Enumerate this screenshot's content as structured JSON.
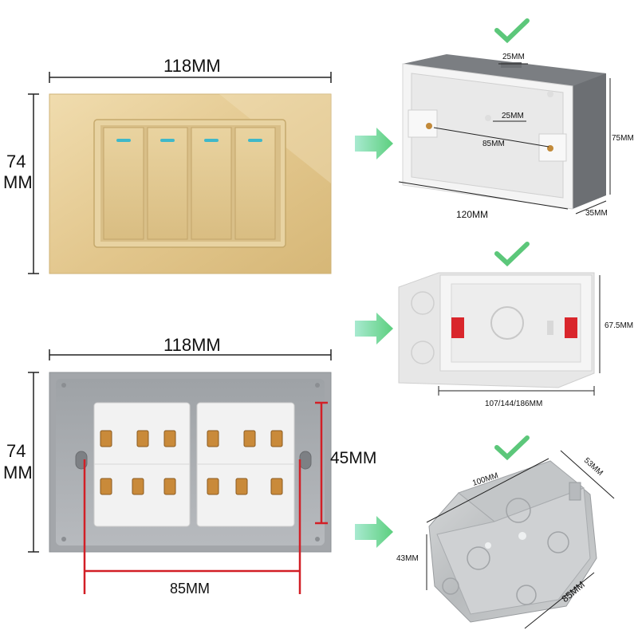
{
  "top_plate": {
    "width_label": "118MM",
    "height_label_line1": "74",
    "height_label_line2": "MM"
  },
  "bottom_plate": {
    "width_label": "118MM",
    "height_label_line1": "74",
    "height_label_line2": "MM",
    "inner_height_label": "45MM",
    "inner_width_label": "85MM"
  },
  "box1": {
    "top_slot": "25MM",
    "inner_slot": "25MM",
    "inner_span": "85MM",
    "height": "75MM",
    "length": "120MM",
    "depth": "35MM"
  },
  "box2": {
    "height": "67.5MM",
    "length": "107/144/186MM"
  },
  "box3": {
    "width": "100MM",
    "depth": "53MM",
    "height": "43MM",
    "length": "85MM"
  },
  "colors": {
    "gold_plate": "#e3c98f",
    "check": "#5cc77a",
    "arrow": "#6fd18a",
    "dim_red": "#d21f26",
    "backplate": "#a9acb0"
  }
}
